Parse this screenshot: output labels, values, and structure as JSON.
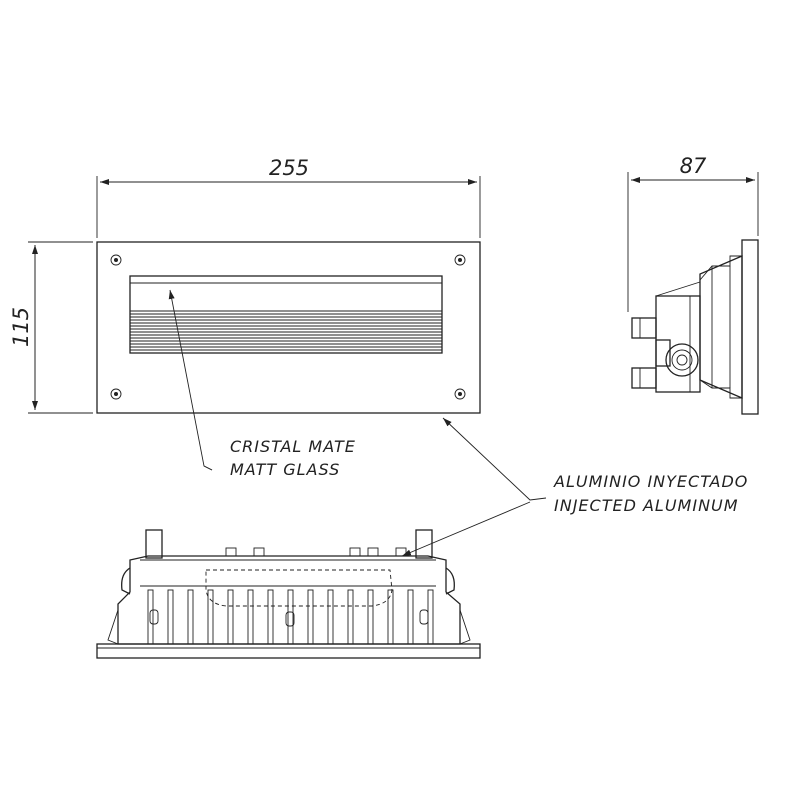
{
  "dimensions": {
    "front_width": "255",
    "front_height": "115",
    "side_depth": "87"
  },
  "callouts": {
    "glass_es": "CRISTAL  MATE",
    "glass_en": "MATT  GLASS",
    "body_es": "ALUMINIO  INYECTADO",
    "body_en": "INJECTED  ALUMINUM"
  }
}
